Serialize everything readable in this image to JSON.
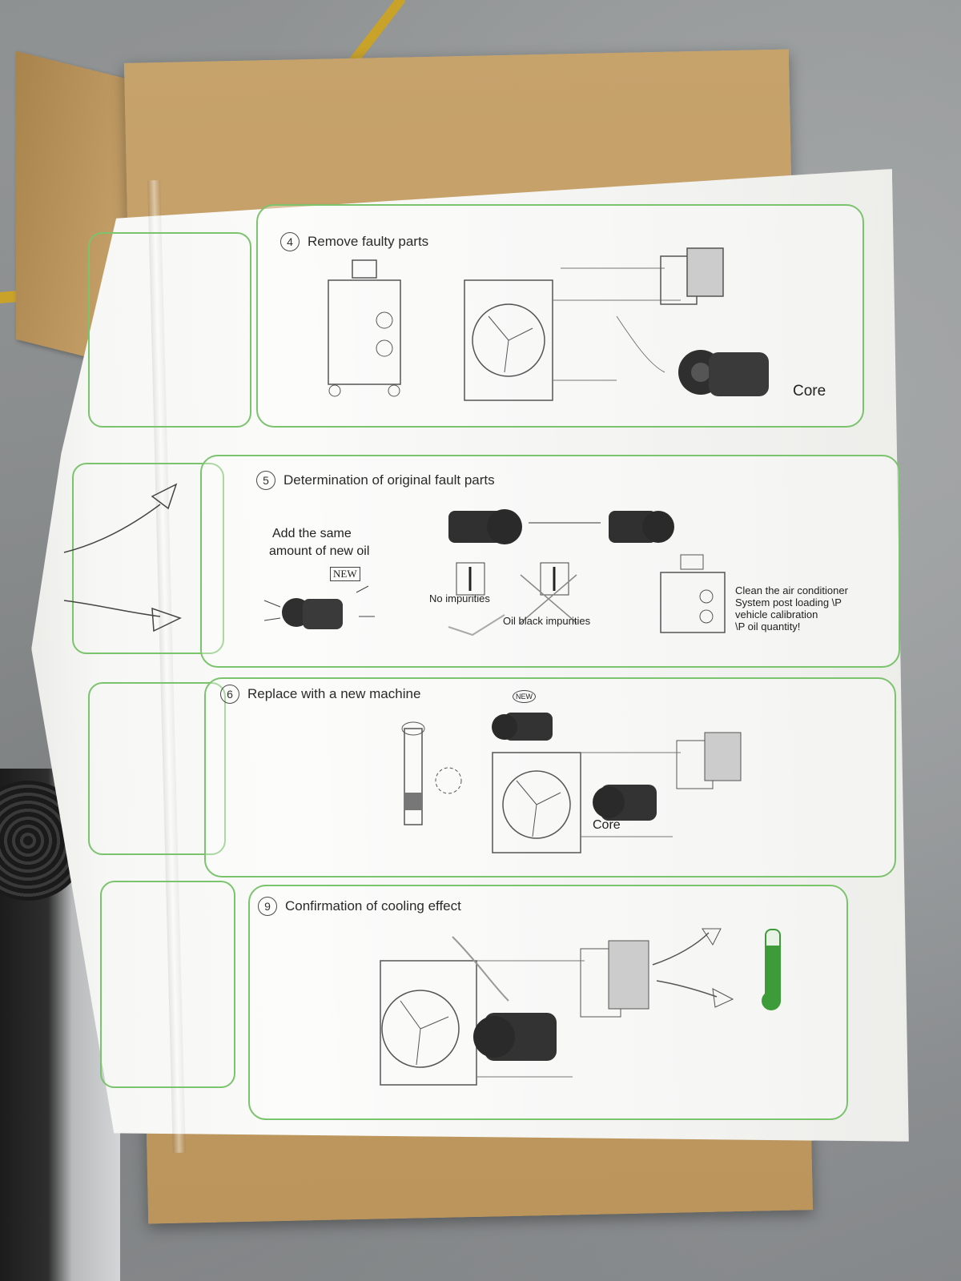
{
  "manual": {
    "step4": {
      "number": "4",
      "title": "Remove faulty parts",
      "core_label": "Core"
    },
    "step5": {
      "number": "5",
      "title": "Determination of original fault parts",
      "add_oil_line1": "Add the same",
      "add_oil_line2": "amount of new oil",
      "new_tag": "NEW",
      "no_impurities": "No impurities",
      "oil_black": "Oil black impurities",
      "clean_note_line1": "Clean the air conditioner",
      "clean_note_line2": "System post loading \\P",
      "clean_note_line3": "vehicle calibration",
      "clean_note_line4": "\\P oil quantity!"
    },
    "step6": {
      "number": "6",
      "title": "Replace with a new machine",
      "new_tag": "NEW",
      "core_label": "Core"
    },
    "step9": {
      "number": "9",
      "title": "Confirmation of cooling effect"
    }
  },
  "colors": {
    "frame_green": "#7cc36e",
    "thermometer_green": "#3e9b3a",
    "cardboard": "#c39e67"
  }
}
